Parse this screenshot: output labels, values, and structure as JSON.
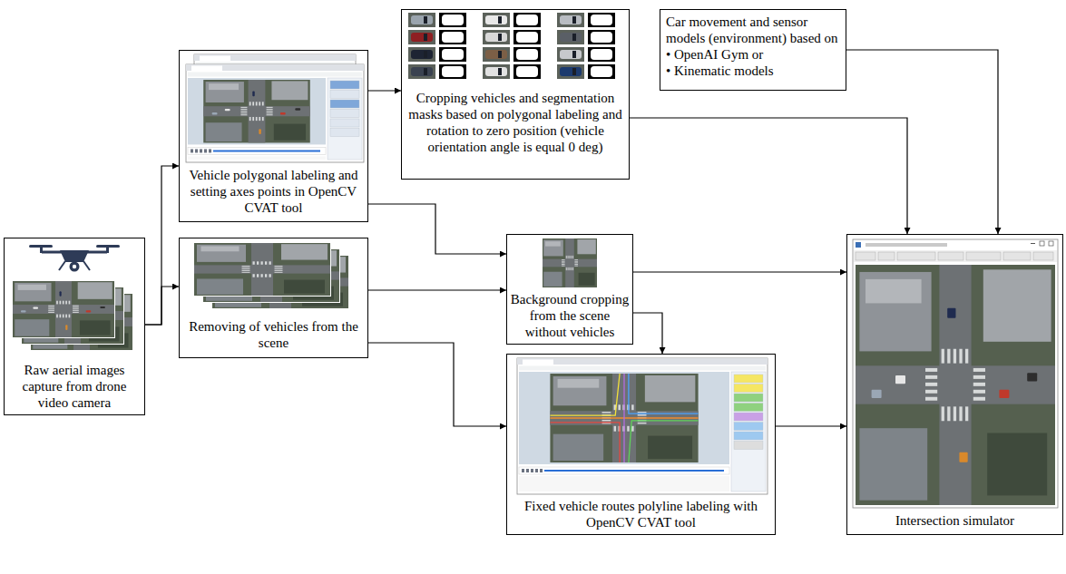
{
  "diagram": {
    "nodes": [
      {
        "text": [
          "Raw aerial images capture from drone video camera"
        ]
      },
      {
        "text": [
          "Vehicle polygonal labeling and setting axes points in OpenCV CVAT tool"
        ]
      },
      {
        "text": [
          "Removing of vehicles from the scene"
        ]
      },
      {
        "text": [
          "Cropping vehicles and segmentation masks based on polygonal labeling and rotation to zero position (vehicle orientation angle is equal 0 deg)"
        ]
      },
      {
        "text": [
          "Background cropping from the scene without vehicles"
        ]
      },
      {
        "text": [
          "Fixed vehicle routes polyline labeling with OpenCV CVAT tool"
        ]
      },
      {
        "text": [
          "Car movement and sensor models (environment) based on",
          "• OpenAI Gym or",
          "• Kinematic models"
        ]
      },
      {
        "text": [
          "Intersection simulator"
        ]
      }
    ],
    "edges": [
      {
        "from": 0,
        "to": 1,
        "arrow": "to"
      },
      {
        "from": 0,
        "to": 2,
        "arrow": "to"
      },
      {
        "from": 1,
        "to": 3,
        "arrow": "to"
      },
      {
        "from": 1,
        "to": 4,
        "arrow": "to"
      },
      {
        "from": 2,
        "to": 4,
        "arrow": "to"
      },
      {
        "from": 2,
        "to": 5,
        "arrow": "to"
      },
      {
        "from": 3,
        "to": 7,
        "arrow": "to"
      },
      {
        "from": 4,
        "to": 7,
        "arrow": "to"
      },
      {
        "from": 4,
        "to": 5,
        "arrow": "to"
      },
      {
        "from": 5,
        "to": 7,
        "arrow": "to"
      },
      {
        "from": 6,
        "to": 7,
        "arrow": "to"
      }
    ]
  }
}
